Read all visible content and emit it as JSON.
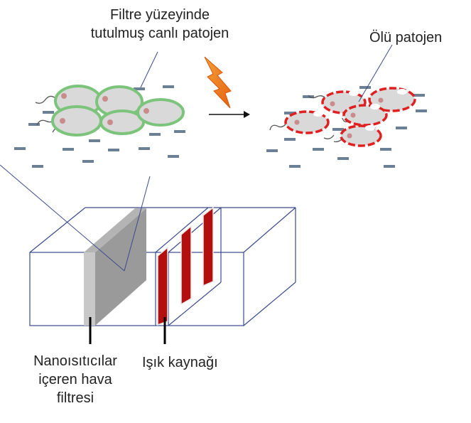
{
  "labels": {
    "live_pathogen": [
      "Filtre yüzeyinde",
      "tutulmuş canlı patojen"
    ],
    "dead_pathogen": "Ölü patojen",
    "filter": [
      "Nanoısıtıcılar",
      "içeren hava",
      "filtresi"
    ],
    "light_source": "Işık kaynağı"
  },
  "colors": {
    "outline": "#3a4a8c",
    "live_ring": "#7cc47c",
    "dead_ring": "#e02020",
    "cell_fill": "#d9d9d9",
    "nucleus": "#c98b8b",
    "dash": "#6b7f95",
    "filter_face": "#9a9a9a",
    "filter_side": "#c8c8c8",
    "lamp": "#b30f0f",
    "bolt": "#f07a1a"
  },
  "icons": [
    "lightning-icon",
    "arrow-right-icon"
  ]
}
